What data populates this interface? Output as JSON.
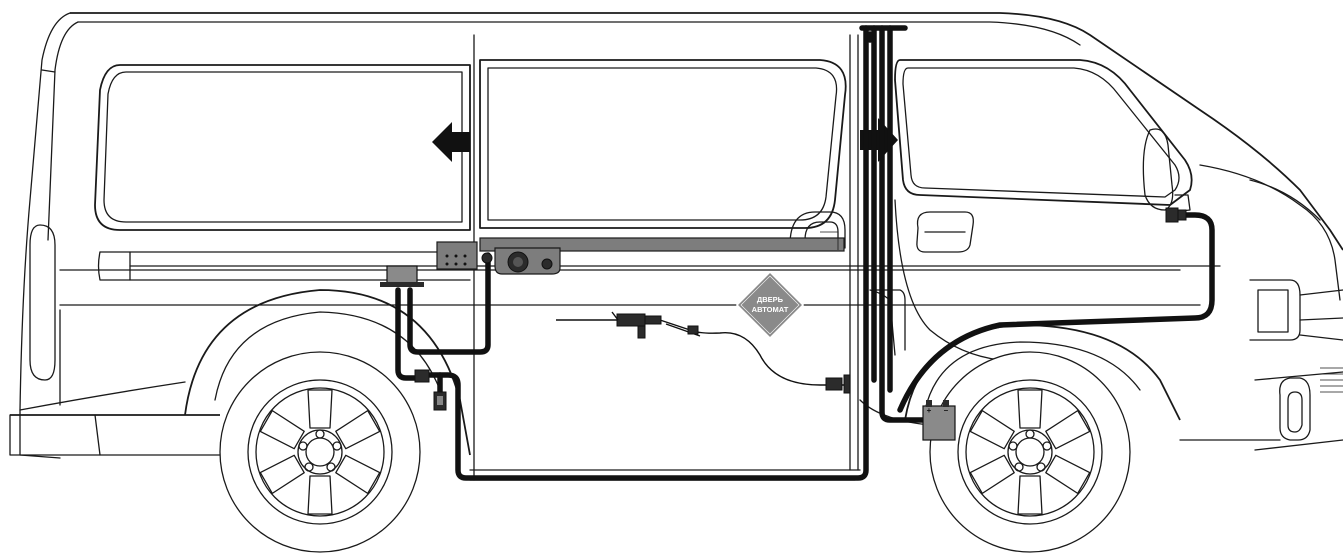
{
  "diagram": {
    "badge": {
      "line1": "ДВЕРЬ",
      "line2": "АВТОМАТ",
      "color": "#8a8a8a",
      "text_color": "#ffffff"
    },
    "battery": {
      "plus": "+",
      "minus": "–",
      "color": "#8a8a8a"
    },
    "colors": {
      "cable": "#111111",
      "drive_rail": "#7d7d7d",
      "outline": "#1a1a1a",
      "arrow": "#111111"
    },
    "arrows": {
      "door_open_direction": "left",
      "front_direction": "right"
    }
  }
}
